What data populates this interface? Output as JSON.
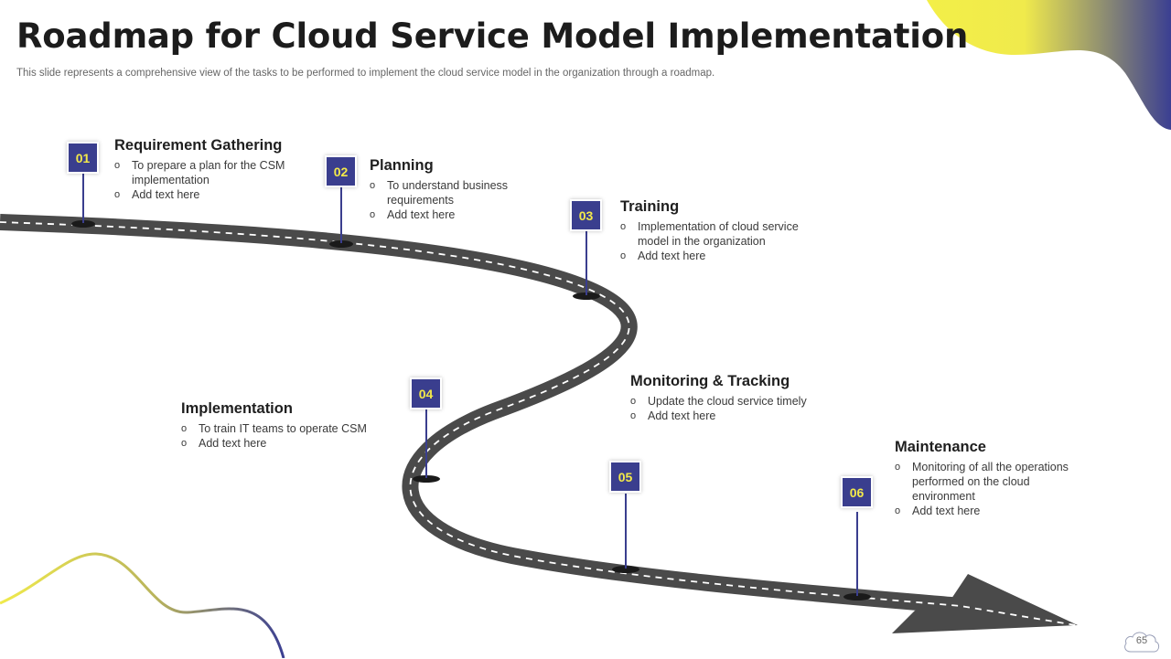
{
  "slide": {
    "title": "Roadmap for Cloud Service Model Implementation",
    "subtitle": "This slide represents a comprehensive view of the tasks to be performed to implement the cloud service model in the organization through a roadmap.",
    "page_number": "65"
  },
  "colors": {
    "accent_navy": "#3a3e8e",
    "accent_yellow": "#f3e94a",
    "road": "#4a4a4a",
    "road_marking": "#ffffff"
  },
  "icons": {
    "page_badge": "cloud-icon"
  },
  "steps": [
    {
      "number": "01",
      "title": "Requirement Gathering",
      "points": [
        "To prepare a plan for the CSM implementation",
        "Add text here"
      ]
    },
    {
      "number": "02",
      "title": "Planning",
      "points": [
        "To understand business requirements",
        "Add text here"
      ]
    },
    {
      "number": "03",
      "title": "Training",
      "points": [
        "Implementation of cloud service model in the organization",
        "Add text here"
      ]
    },
    {
      "number": "04",
      "title": "Implementation",
      "points": [
        "To train IT teams to operate CSM",
        "Add text here"
      ]
    },
    {
      "number": "05",
      "title": "Monitoring & Tracking",
      "points": [
        "Update the cloud service timely",
        "Add text here"
      ]
    },
    {
      "number": "06",
      "title": "Maintenance",
      "points": [
        "Monitoring of all the operations performed on the cloud environment",
        "Add text here"
      ]
    }
  ]
}
